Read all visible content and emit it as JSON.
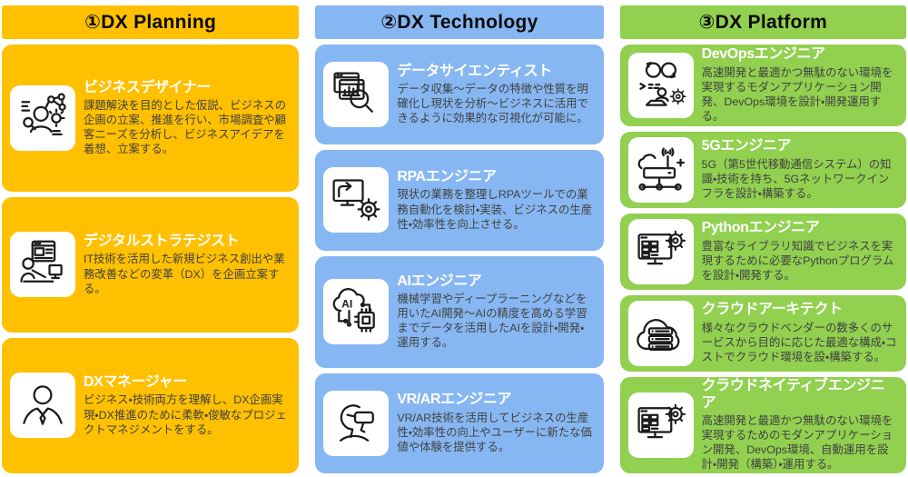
{
  "columns": [
    {
      "header": "①DX Planning",
      "accent_color": "#FFC000",
      "cards": [
        {
          "icon": "business-designer-icon",
          "title": "ビジネスデザイナー",
          "desc": "課題解決を目的とした仮説、ビジネスの企画の立案、推進を行い、市場調査や顧客ニーズを分析し、ビジネスアイデアを着想、立案する。"
        },
        {
          "icon": "digital-strategist-icon",
          "title": "デジタルストラテジスト",
          "desc": "IT技術を活用した新規ビジネス創出や業務改善などの変革（DX）を企画立案する。"
        },
        {
          "icon": "dx-manager-icon",
          "title": "DXマネージャー",
          "desc": "ビジネス・技術両方を理解し、DX企画実現・DX推進のために柔軟・俊敏なプロジェクトマネジメントをする。"
        }
      ]
    },
    {
      "header": "②DX Technology",
      "accent_color": "#87B7F2",
      "cards": [
        {
          "icon": "data-scientist-icon",
          "title": "データサイエンティスト",
          "desc": "データ収集～データの特徴や性質を明確化し現状を分析～ビジネスに活用できるように効果的な可視化が可能に。"
        },
        {
          "icon": "rpa-engineer-icon",
          "title": "RPAエンジニア",
          "desc": "現状の業務を整理しRPAツールでの業務自動化を検討・実装、ビジネスの生産性・効率性を向上させる。"
        },
        {
          "icon": "ai-engineer-icon",
          "title": "AIエンジニア",
          "desc": "機械学習やディープラーニングなどを用いたAI開発～AIの精度を高める学習までデータを活用したAIを設計・開発・運用する。"
        },
        {
          "icon": "vr-ar-engineer-icon",
          "title": "VR/ARエンジニア",
          "desc": "VR/AR技術を活用してビジネスの生産性・効率性の向上やユーザーに新たな価値や体験を提供する。"
        }
      ]
    },
    {
      "header": "③DX Platform",
      "accent_color": "#92D050",
      "cards": [
        {
          "icon": "devops-engineer-icon",
          "title": "DevOpsエンジニア",
          "desc": "高速開発と最適かつ無駄のない環境を実現するモダンアプリケーション開発、DevOps環境を設計・開発運用する。"
        },
        {
          "icon": "network-5g-icon",
          "title": "5Gエンジニア",
          "desc": "5G（第5世代移動通信システム）の知識・技術を持ち、5Gネットワークインフラを設計・構築する。"
        },
        {
          "icon": "python-engineer-icon",
          "title": "Pythonエンジニア",
          "desc": "豊富なライブラリ知識でビジネスを実現するために必要なPythonプログラムを設計・開発する。"
        },
        {
          "icon": "cloud-architect-icon",
          "title": "クラウドアーキテクト",
          "desc": "様々なクラウドベンダーの数多くのサービスから目的に応じた最適な構成・コストでクラウド環境を設・構築する。"
        },
        {
          "icon": "cloud-native-engineer-icon",
          "title": "クラウドネイティブエンジニア",
          "desc": "高速開発と最適かつ無駄のない環境を実現するためのモダンアプリケーション開発、DevOps環境、自動運用を設計・開発（構築）・運用する。"
        }
      ]
    }
  ]
}
